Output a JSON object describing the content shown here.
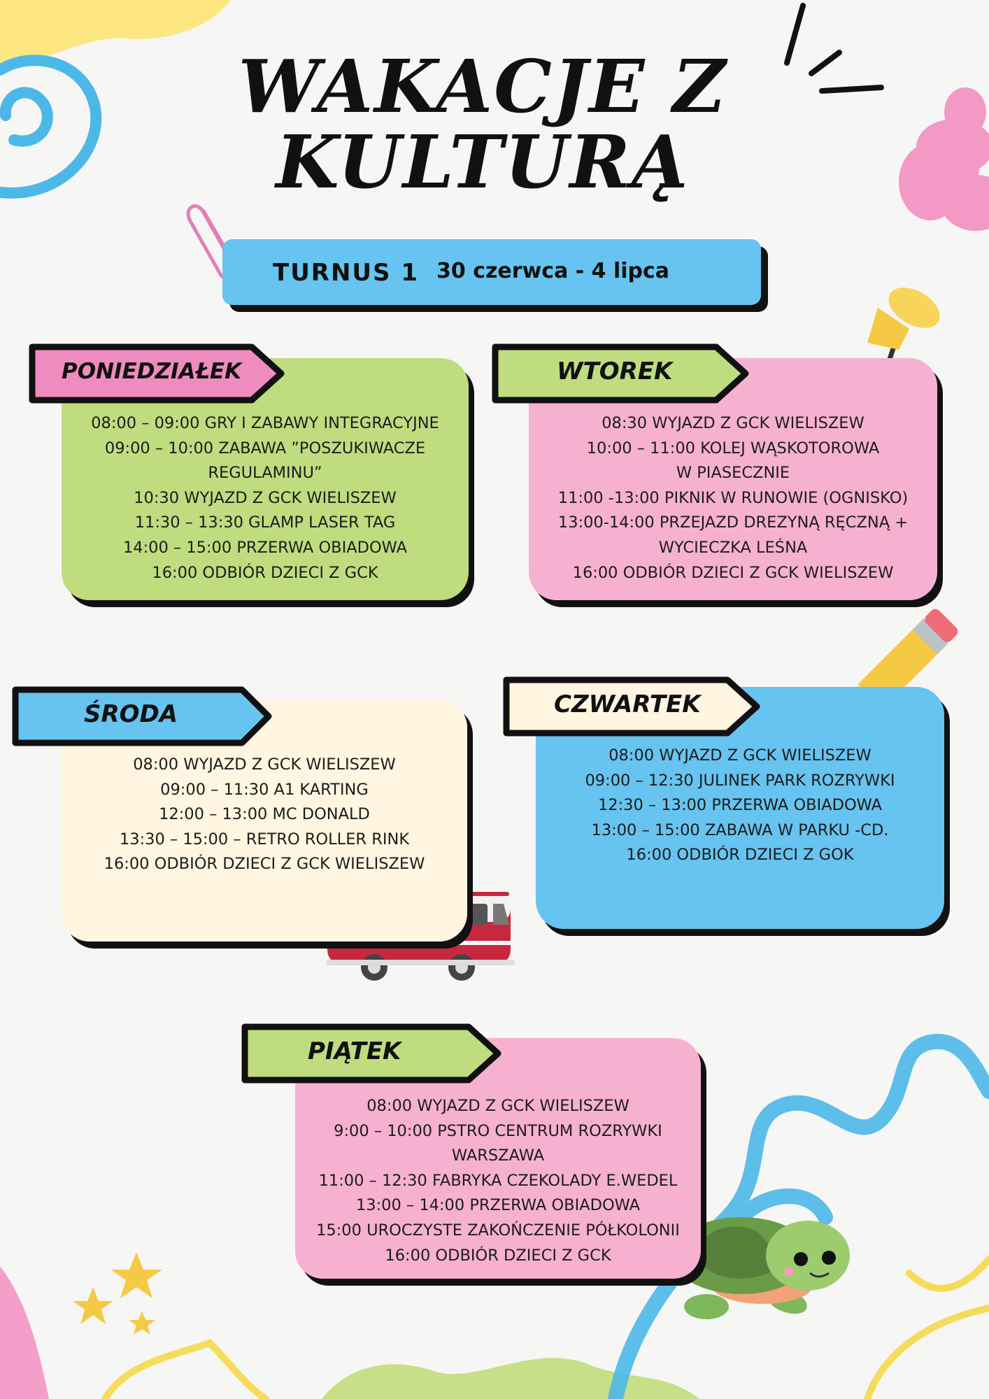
{
  "title": {
    "line1": "WAKACJE Z",
    "line2": "KULTURĄ"
  },
  "turnus": {
    "label": "TURNUS 1",
    "dates": "30 czerwca - 4 lipca"
  },
  "colors": {
    "green": "#bfdc7f",
    "pink": "#f6b1d0",
    "blue": "#67c3ef",
    "cream": "#fff5e0",
    "tag_pink": "#ef8cbf"
  },
  "days": {
    "monday": {
      "name": "PONIEDZIAŁEK",
      "lines": [
        "08:00 – 09:00 GRY I ZABAWY INTEGRACYJNE",
        "09:00 – 10:00 ZABAWA ”POSZUKIWACZE",
        "REGULAMINU”",
        "10:30 WYJAZD Z GCK WIELISZEW",
        "11:30 – 13:30  GLAMP LASER TAG",
        "14:00 – 15:00 PRZERWA OBIADOWA",
        "16:00 ODBIÓR DZIECI Z GCK"
      ]
    },
    "tuesday": {
      "name": "WTOREK",
      "lines": [
        "08:30 WYJAZD Z GCK WIELISZEW",
        "10:00 – 11:00 KOLEJ WĄSKOTOROWA",
        "W  PIASECZNIE",
        "11:00 -13:00 PIKNIK W RUNOWIE (OGNISKO)",
        "13:00-14:00 PRZEJAZD DREZYNĄ RĘCZNĄ +",
        "WYCIECZKA LEŚNA",
        "16:00 ODBIÓR DZIECI Z GCK WIELISZEW"
      ]
    },
    "wednesday": {
      "name": "ŚRODA",
      "lines": [
        "08:00 WYJAZD Z GCK WIELISZEW",
        "09:00 – 11:30   A1 KARTING",
        "12:00 – 13:00 MC DONALD",
        "13:30 – 15:00 – RETRO ROLLER RINK",
        "16:00 ODBIÓR DZIECI Z GCK WIELISZEW"
      ]
    },
    "thursday": {
      "name": "CZWARTEK",
      "lines": [
        "08:00 WYJAZD Z GCK WIELISZEW",
        "09:00 – 12:30 JULINEK PARK ROZRYWKI",
        "12:30 – 13:00 PRZERWA OBIADOWA",
        "13:00 – 15:00 ZABAWA W PARKU -CD.",
        "16:00 ODBIÓR DZIECI Z GOK"
      ]
    },
    "friday": {
      "name": "PIĄTEK",
      "lines": [
        "08:00 WYJAZD Z GCK WIELISZEW",
        "9:00 – 10:00 PSTRO CENTRUM ROZRYWKI",
        "WARSZAWA",
        "11:00 – 12:30   FABRYKA CZEKOLADY E.WEDEL",
        "13:00 – 14:00  PRZERWA OBIADOWA",
        "15:00 UROCZYSTE ZAKOŃCZENIE PÓŁKOLONII",
        "16:00 ODBIÓR DZIECI Z GCK"
      ]
    }
  },
  "decorations": [
    "spiral-scribble",
    "pink-flower",
    "burst-lines",
    "paperclip-icon",
    "pushpin-icon",
    "pencil-icon",
    "van-illustration",
    "turtle-illustration",
    "stars",
    "blue-squiggle"
  ]
}
